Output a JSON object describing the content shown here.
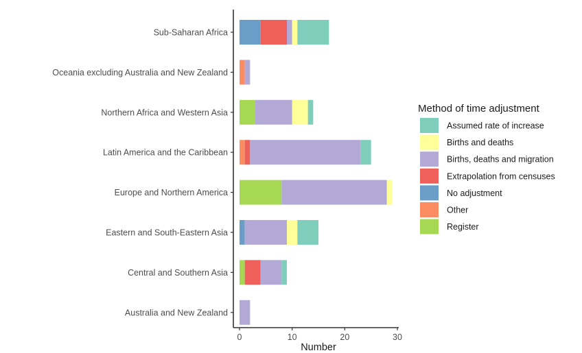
{
  "chart_data": {
    "type": "bar",
    "orientation": "horizontal",
    "stacked": true,
    "categories": [
      "Sub-Saharan Africa",
      "Oceania excluding Australia and New Zealand",
      "Northern Africa and Western Asia",
      "Latin America and the Caribbean",
      "Europe and Northern America",
      "Eastern and South-Eastern Asia",
      "Central and Southern Asia",
      "Australia and New Zealand"
    ],
    "series": [
      {
        "name": "Register",
        "color": "#a6d854",
        "values": [
          0,
          0,
          3,
          0,
          8,
          0,
          1,
          0
        ]
      },
      {
        "name": "Other",
        "color": "#fc8d62",
        "values": [
          0,
          1,
          0,
          1,
          0,
          0,
          0,
          0
        ]
      },
      {
        "name": "No adjustment",
        "color": "#6a9ec9",
        "values": [
          4,
          0,
          0,
          0,
          0,
          1,
          0,
          0
        ]
      },
      {
        "name": "Extrapolation from censuses",
        "color": "#f0605a",
        "values": [
          5,
          0,
          0,
          1,
          0,
          0,
          3,
          0
        ]
      },
      {
        "name": "Births, deaths and migration",
        "color": "#b2a9d6",
        "values": [
          1,
          1,
          7,
          21,
          20,
          8,
          4,
          2
        ]
      },
      {
        "name": "Births and deaths",
        "color": "#ffff99",
        "values": [
          1,
          0,
          3,
          0,
          1,
          2,
          0,
          0
        ]
      },
      {
        "name": "Assumed rate of increase",
        "color": "#7fcdbb",
        "values": [
          6,
          0,
          1,
          2,
          0,
          4,
          1,
          0
        ]
      }
    ],
    "xlabel": "Number",
    "ylabel": "",
    "xlim": [
      0,
      30
    ],
    "xticks": [
      0,
      10,
      20,
      30
    ],
    "grid": false,
    "legend": {
      "title": "Method of time adjustment",
      "placement": "right",
      "order": [
        "Assumed rate of increase",
        "Births and deaths",
        "Births, deaths and migration",
        "Extrapolation from censuses",
        "No adjustment",
        "Other",
        "Register"
      ]
    }
  }
}
